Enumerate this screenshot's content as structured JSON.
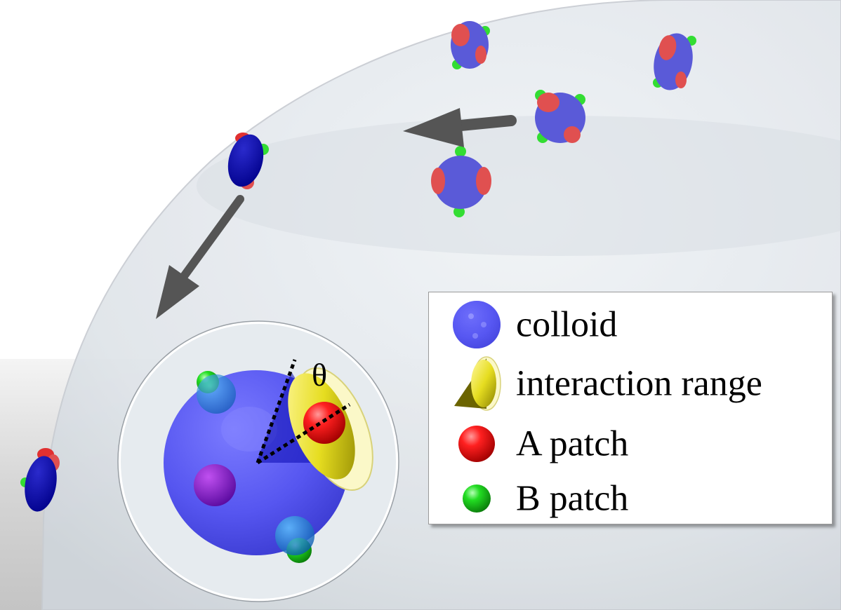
{
  "colors": {
    "colloid": "#3b3bd8",
    "a_patch": "#e02020",
    "b_patch": "#22cc22",
    "interaction_range": "#e6dd20",
    "arrow": "#555555"
  },
  "legend": {
    "items": [
      {
        "label": "colloid",
        "icon": "colloid-sphere-icon"
      },
      {
        "label": "interaction range",
        "icon": "interaction-cone-icon"
      },
      {
        "label": "A patch",
        "icon": "a-patch-sphere-icon"
      },
      {
        "label": "B patch",
        "icon": "b-patch-sphere-icon"
      }
    ]
  },
  "inset": {
    "angle_symbol": "θ"
  }
}
